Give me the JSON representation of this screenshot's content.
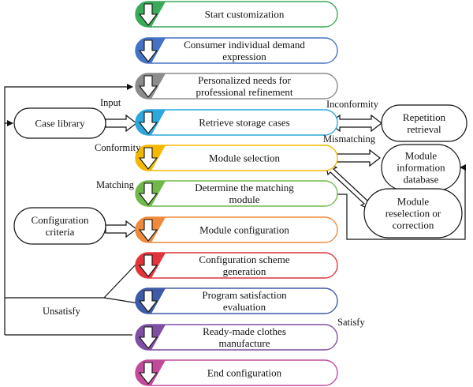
{
  "steps": [
    {
      "lines": [
        "Start customization"
      ],
      "color": "#3aaa5a"
    },
    {
      "lines": [
        "Consumer individual demand",
        "expression"
      ],
      "color": "#4472c4"
    },
    {
      "lines": [
        "Personalized needs for",
        "professional refinement"
      ],
      "color": "#8c8c8c"
    },
    {
      "lines": [
        "Retrieve storage cases"
      ],
      "color": "#2ea7dd"
    },
    {
      "lines": [
        "Module selection"
      ],
      "color": "#f5b800"
    },
    {
      "lines": [
        "Determine the matching",
        "module"
      ],
      "color": "#70b84a"
    },
    {
      "lines": [
        "Module configuration"
      ],
      "color": "#ef8a3c"
    },
    {
      "lines": [
        "Configuration scheme",
        "generation"
      ],
      "color": "#e2333a"
    },
    {
      "lines": [
        "Program satisfaction",
        "evaluation"
      ],
      "color": "#3e5ba8"
    },
    {
      "lines": [
        "Ready-made clothes",
        "manufacture"
      ],
      "color": "#7f4fa3"
    },
    {
      "lines": [
        "End configuration"
      ],
      "color": "#c24a9b"
    }
  ],
  "side_nodes": {
    "case_library": [
      "Case library"
    ],
    "configuration_criteria": [
      "Configuration",
      "criteria"
    ],
    "repetition_retrieval": [
      "Repetition",
      "retrieval"
    ],
    "module_information_database": [
      "Module",
      "information",
      "database"
    ],
    "module_reselection": [
      "Module",
      "reselection or",
      "correction"
    ]
  },
  "edge_labels": {
    "input": "Input",
    "inconformity": "Inconformity",
    "conformity": "Conformity",
    "mismatching": "Mismatching",
    "matching": "Matching",
    "unsatisfy": "Unsatisfy",
    "satisfy": "Satisfy"
  }
}
